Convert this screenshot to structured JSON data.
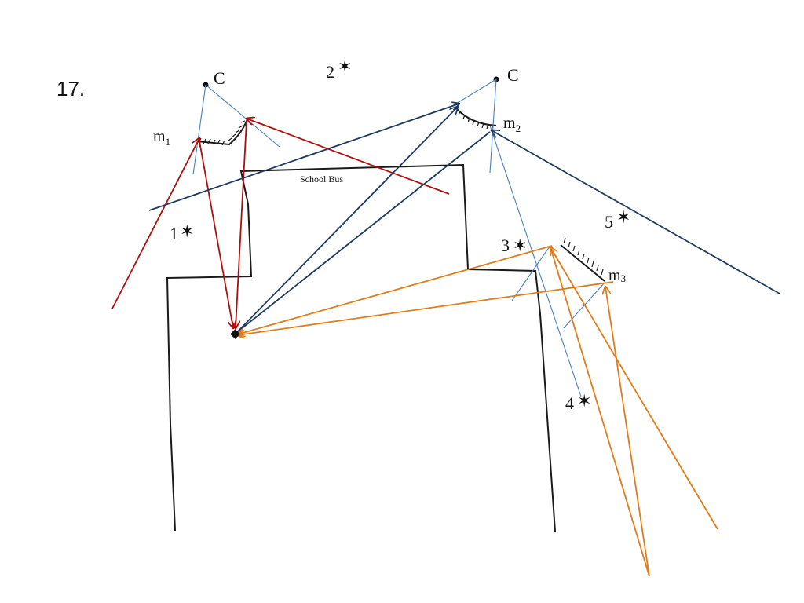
{
  "problem": {
    "number": "17."
  },
  "mirrors": {
    "m1": {
      "label": "m",
      "sub": "1",
      "center_label": "C"
    },
    "m2": {
      "label": "m",
      "sub": "2",
      "center_label": "C"
    },
    "m3": {
      "label": "m",
      "sub": "3"
    }
  },
  "bus": {
    "label": "School Bus"
  },
  "stars": [
    {
      "id": "1",
      "label": "1"
    },
    {
      "id": "2",
      "label": "2"
    },
    {
      "id": "3",
      "label": "3"
    },
    {
      "id": "4",
      "label": "4"
    },
    {
      "id": "5",
      "label": "5"
    }
  ],
  "colors": {
    "red_rays": "#b00d0d",
    "navy_rays": "#1f3a5f",
    "orange_rays": "#e07c1a",
    "normals": "#4a7fc0",
    "outline": "#1a1a1a"
  }
}
